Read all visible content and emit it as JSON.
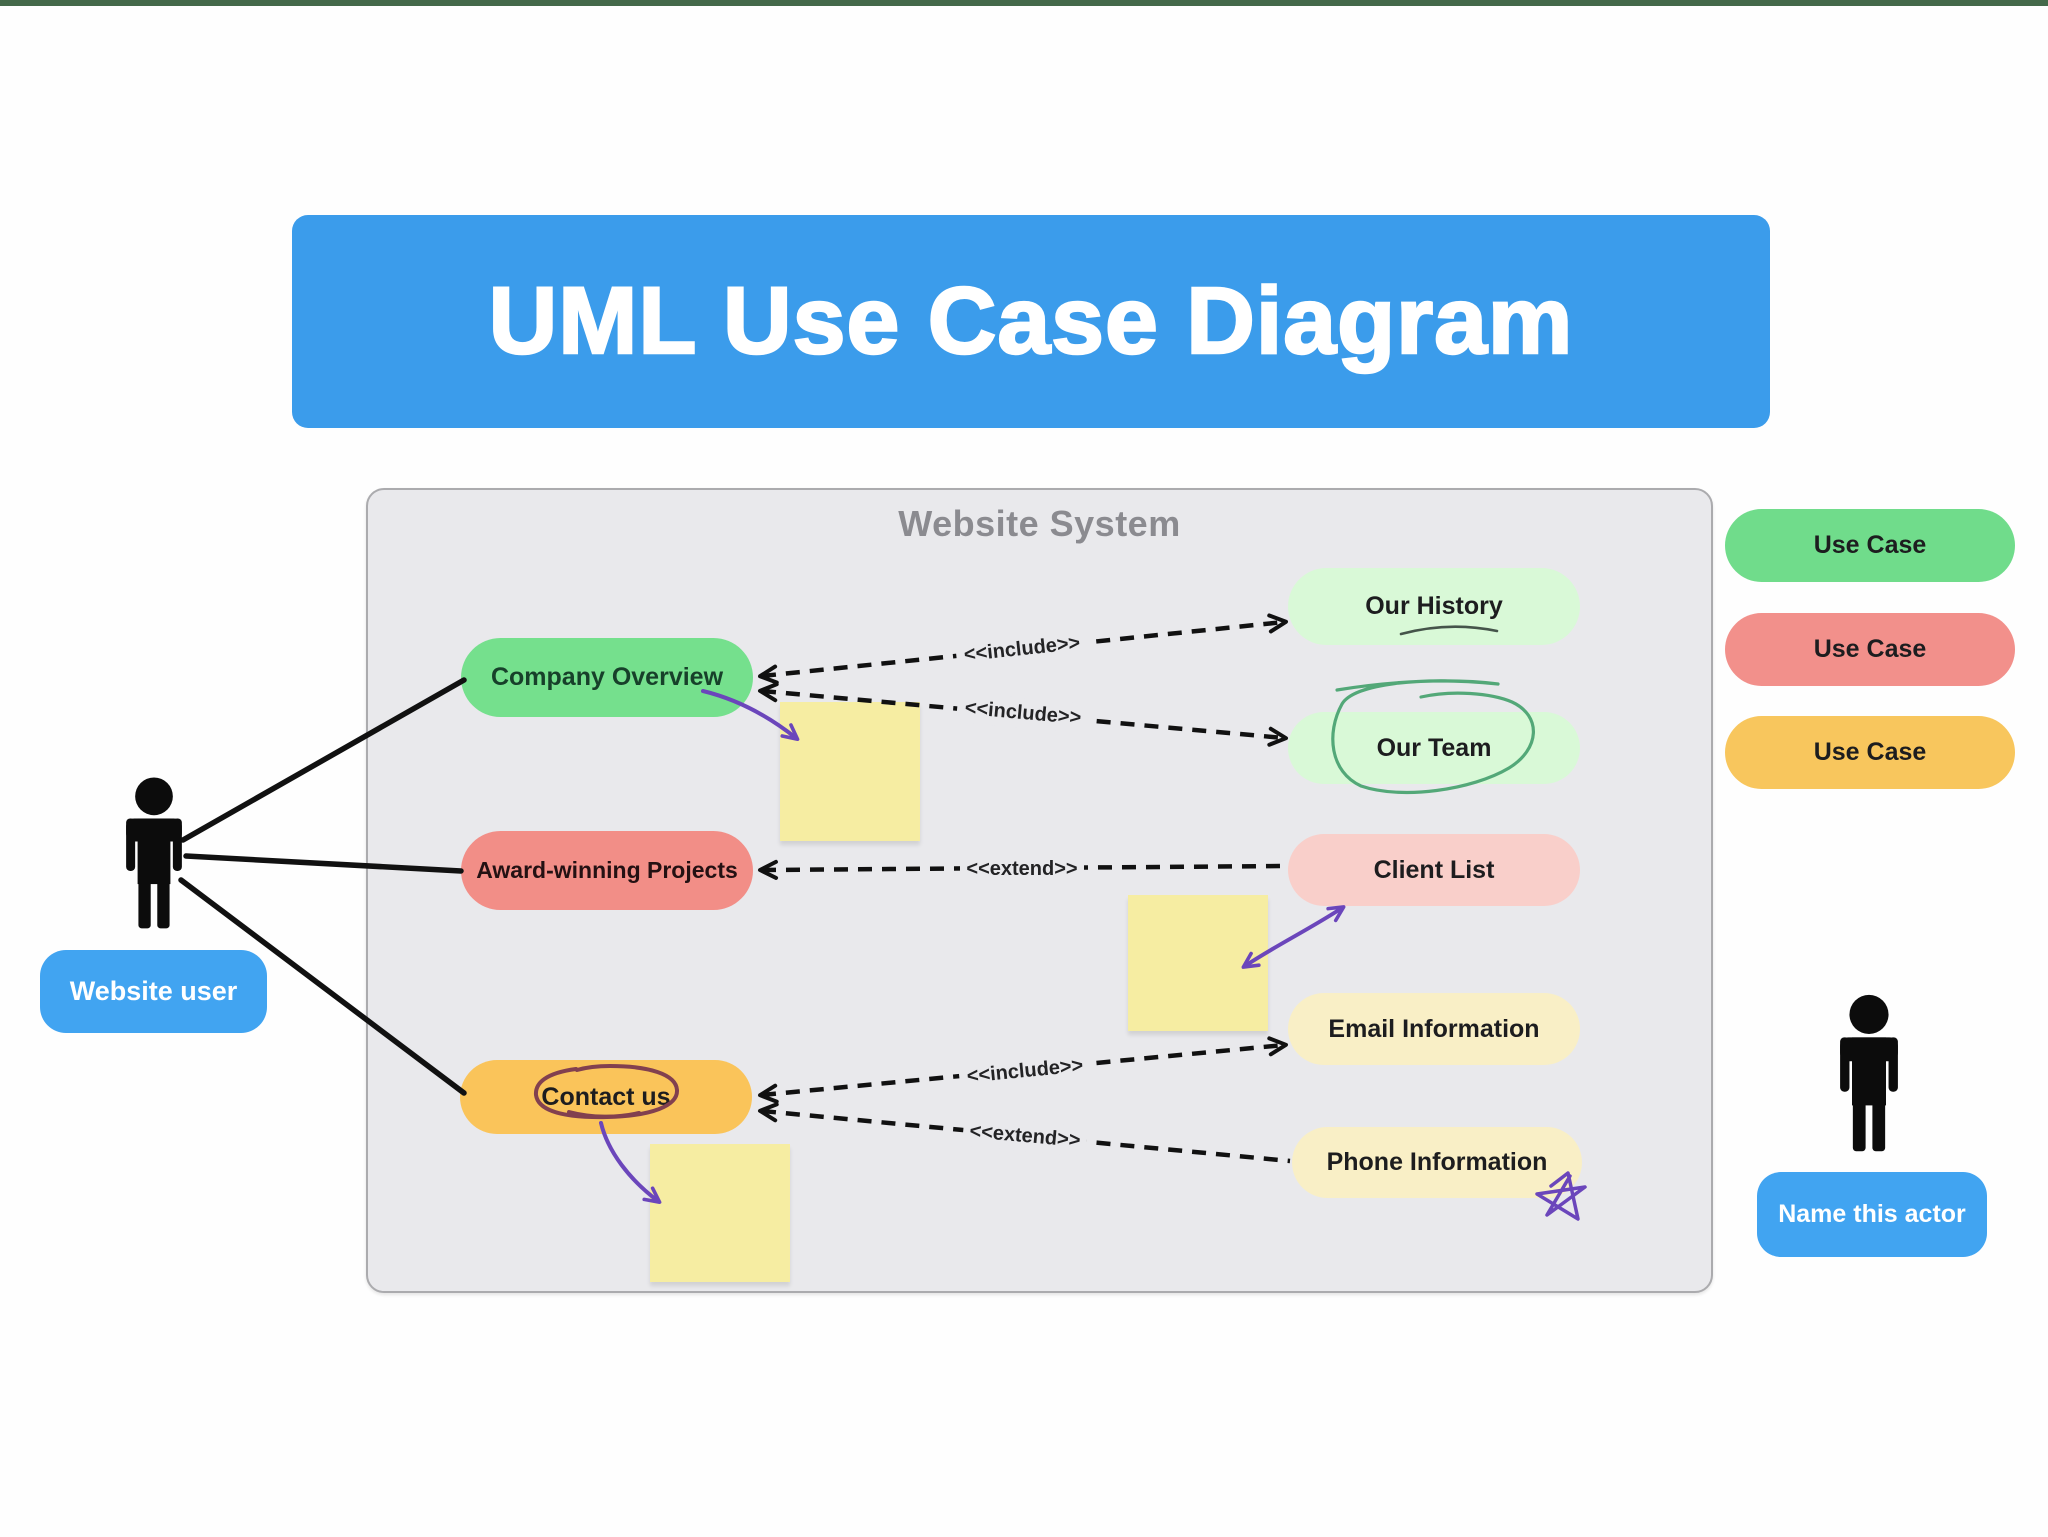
{
  "colors": {
    "top_strip_green": "#44694a",
    "accent_blue": "#3b9ceb",
    "label_blue": "#41a4f1",
    "system_bg": "#e9e9ec",
    "use_case_green": "#75e08d",
    "use_case_red": "#f28e87",
    "use_case_orange": "#fac45a",
    "use_case_mint": "#d9f9d7",
    "use_case_pink": "#f9cfca",
    "use_case_cream": "#f9efc6",
    "sticky_yellow": "#f6eda2",
    "annotation_purple": "#6b46bb",
    "annotation_green": "#53a878",
    "annotation_maroon": "#82404f"
  },
  "title": {
    "text": "UML Use Case Diagram"
  },
  "system": {
    "label": "Website System"
  },
  "actors": {
    "left": {
      "label": "Website user"
    },
    "right": {
      "label": "Name this actor"
    }
  },
  "use_cases": {
    "company_overview": "Company Overview",
    "award_projects": "Award-winning Projects",
    "contact_us": "Contact us",
    "our_history": "Our History",
    "our_team": "Our Team",
    "client_list": "Client List",
    "email_information": "Email Information",
    "phone_information": "Phone Information"
  },
  "connectors": {
    "include_label": "<<include>>",
    "extend_label": "<<extend>>"
  },
  "legend": {
    "items": [
      {
        "label": "Use Case",
        "color": "#70dc8b"
      },
      {
        "label": "Use Case",
        "color": "#f2908b"
      },
      {
        "label": "Use Case",
        "color": "#f8c65d"
      }
    ]
  }
}
